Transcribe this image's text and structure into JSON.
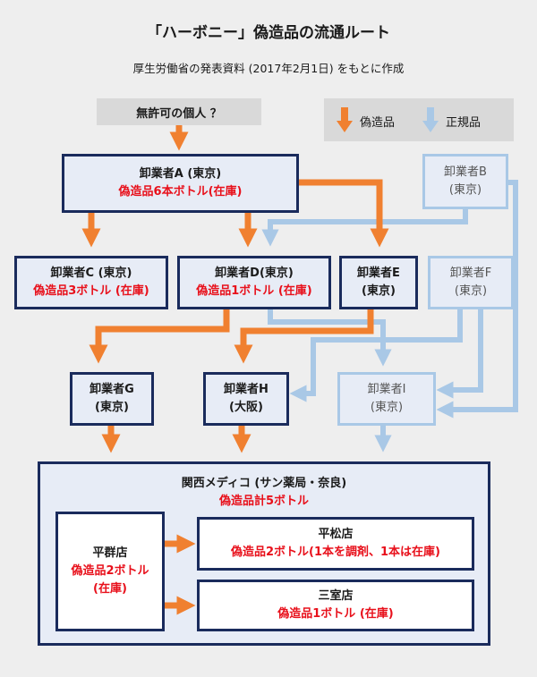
{
  "title": "「ハーボニー」偽造品の流通ルート",
  "subtitle": "厚生労働省の発表資料 (2017年2月1日) をもとに作成",
  "origin": "無許可の個人 ？",
  "legend": {
    "fake": "偽造品",
    "genuine": "正規品",
    "fake_color": "#f08030",
    "genuine_color": "#a9c8e6"
  },
  "nodes": {
    "a": {
      "name": "卸業者A (東京)",
      "stock": "偽造品6本ボトル(在庫)"
    },
    "b": {
      "name": "卸業者B",
      "loc": "(東京)"
    },
    "c": {
      "name": "卸業者C (東京)",
      "stock": "偽造品3ボトル (在庫)"
    },
    "d": {
      "name": "卸業者D(東京)",
      "stock": "偽造品1ボトル (在庫)"
    },
    "e": {
      "name": "卸業者E",
      "loc": "(東京)"
    },
    "f": {
      "name": "卸業者F",
      "loc": "(東京)"
    },
    "g": {
      "name": "卸業者G",
      "loc": "(東京)"
    },
    "h": {
      "name": "卸業者H",
      "loc": "(大阪)"
    },
    "i": {
      "name": "卸業者I",
      "loc": "(東京)"
    },
    "kansai": {
      "name": "関西メディコ (サン薬局・奈良)",
      "stock": "偽造品計5ボトル"
    },
    "heigun": {
      "name": "平群店",
      "stock1": "偽造品2ボトル",
      "stock2": "(在庫)"
    },
    "hiramatsu": {
      "name": "平松店",
      "stock": "偽造品2ボトル(1本を調剤、1本は在庫)"
    },
    "mimuro": {
      "name": "三室店",
      "stock": "偽造品1ボトル (在庫)"
    }
  }
}
